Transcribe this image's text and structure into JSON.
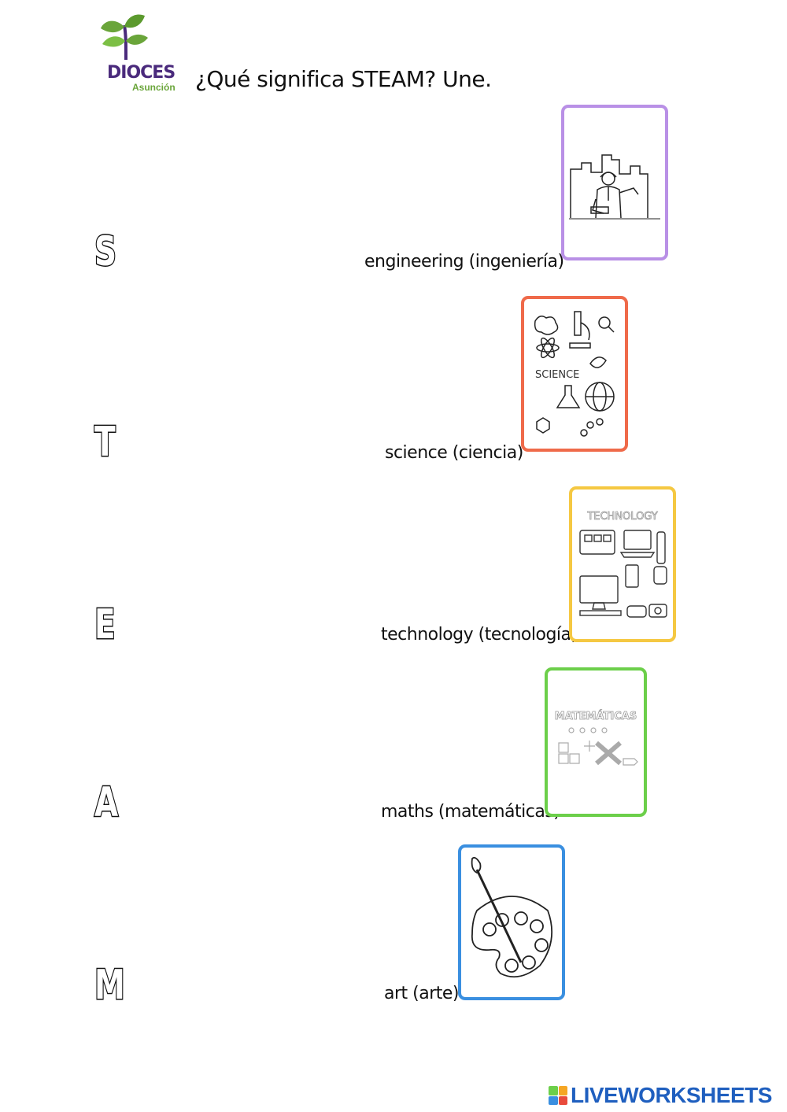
{
  "header": {
    "logo_name": "DIOCES",
    "logo_sub": "Asunción",
    "title": "¿Qué significa STEAM?  Une."
  },
  "letters": [
    "S",
    "T",
    "E",
    "A",
    "M"
  ],
  "words": [
    "engineering (ingeniería)",
    "science (ciencia)",
    "technology (tecnología)",
    "maths (matemáticas)",
    "art (arte)"
  ],
  "cards": [
    {
      "name": "engineer-picture",
      "border_color": "#b990e6"
    },
    {
      "name": "science-picture",
      "border_color": "#ef6a4a",
      "caption": "SCIENCE"
    },
    {
      "name": "technology-picture",
      "border_color": "#f5c842",
      "caption": "TECHNOLOGY"
    },
    {
      "name": "maths-picture",
      "border_color": "#6ccf4a",
      "caption": "MATEMÁTICAS"
    },
    {
      "name": "art-picture",
      "border_color": "#3a8fe0"
    }
  ],
  "footer": {
    "brand": "LIVEWORKSHEETS"
  }
}
